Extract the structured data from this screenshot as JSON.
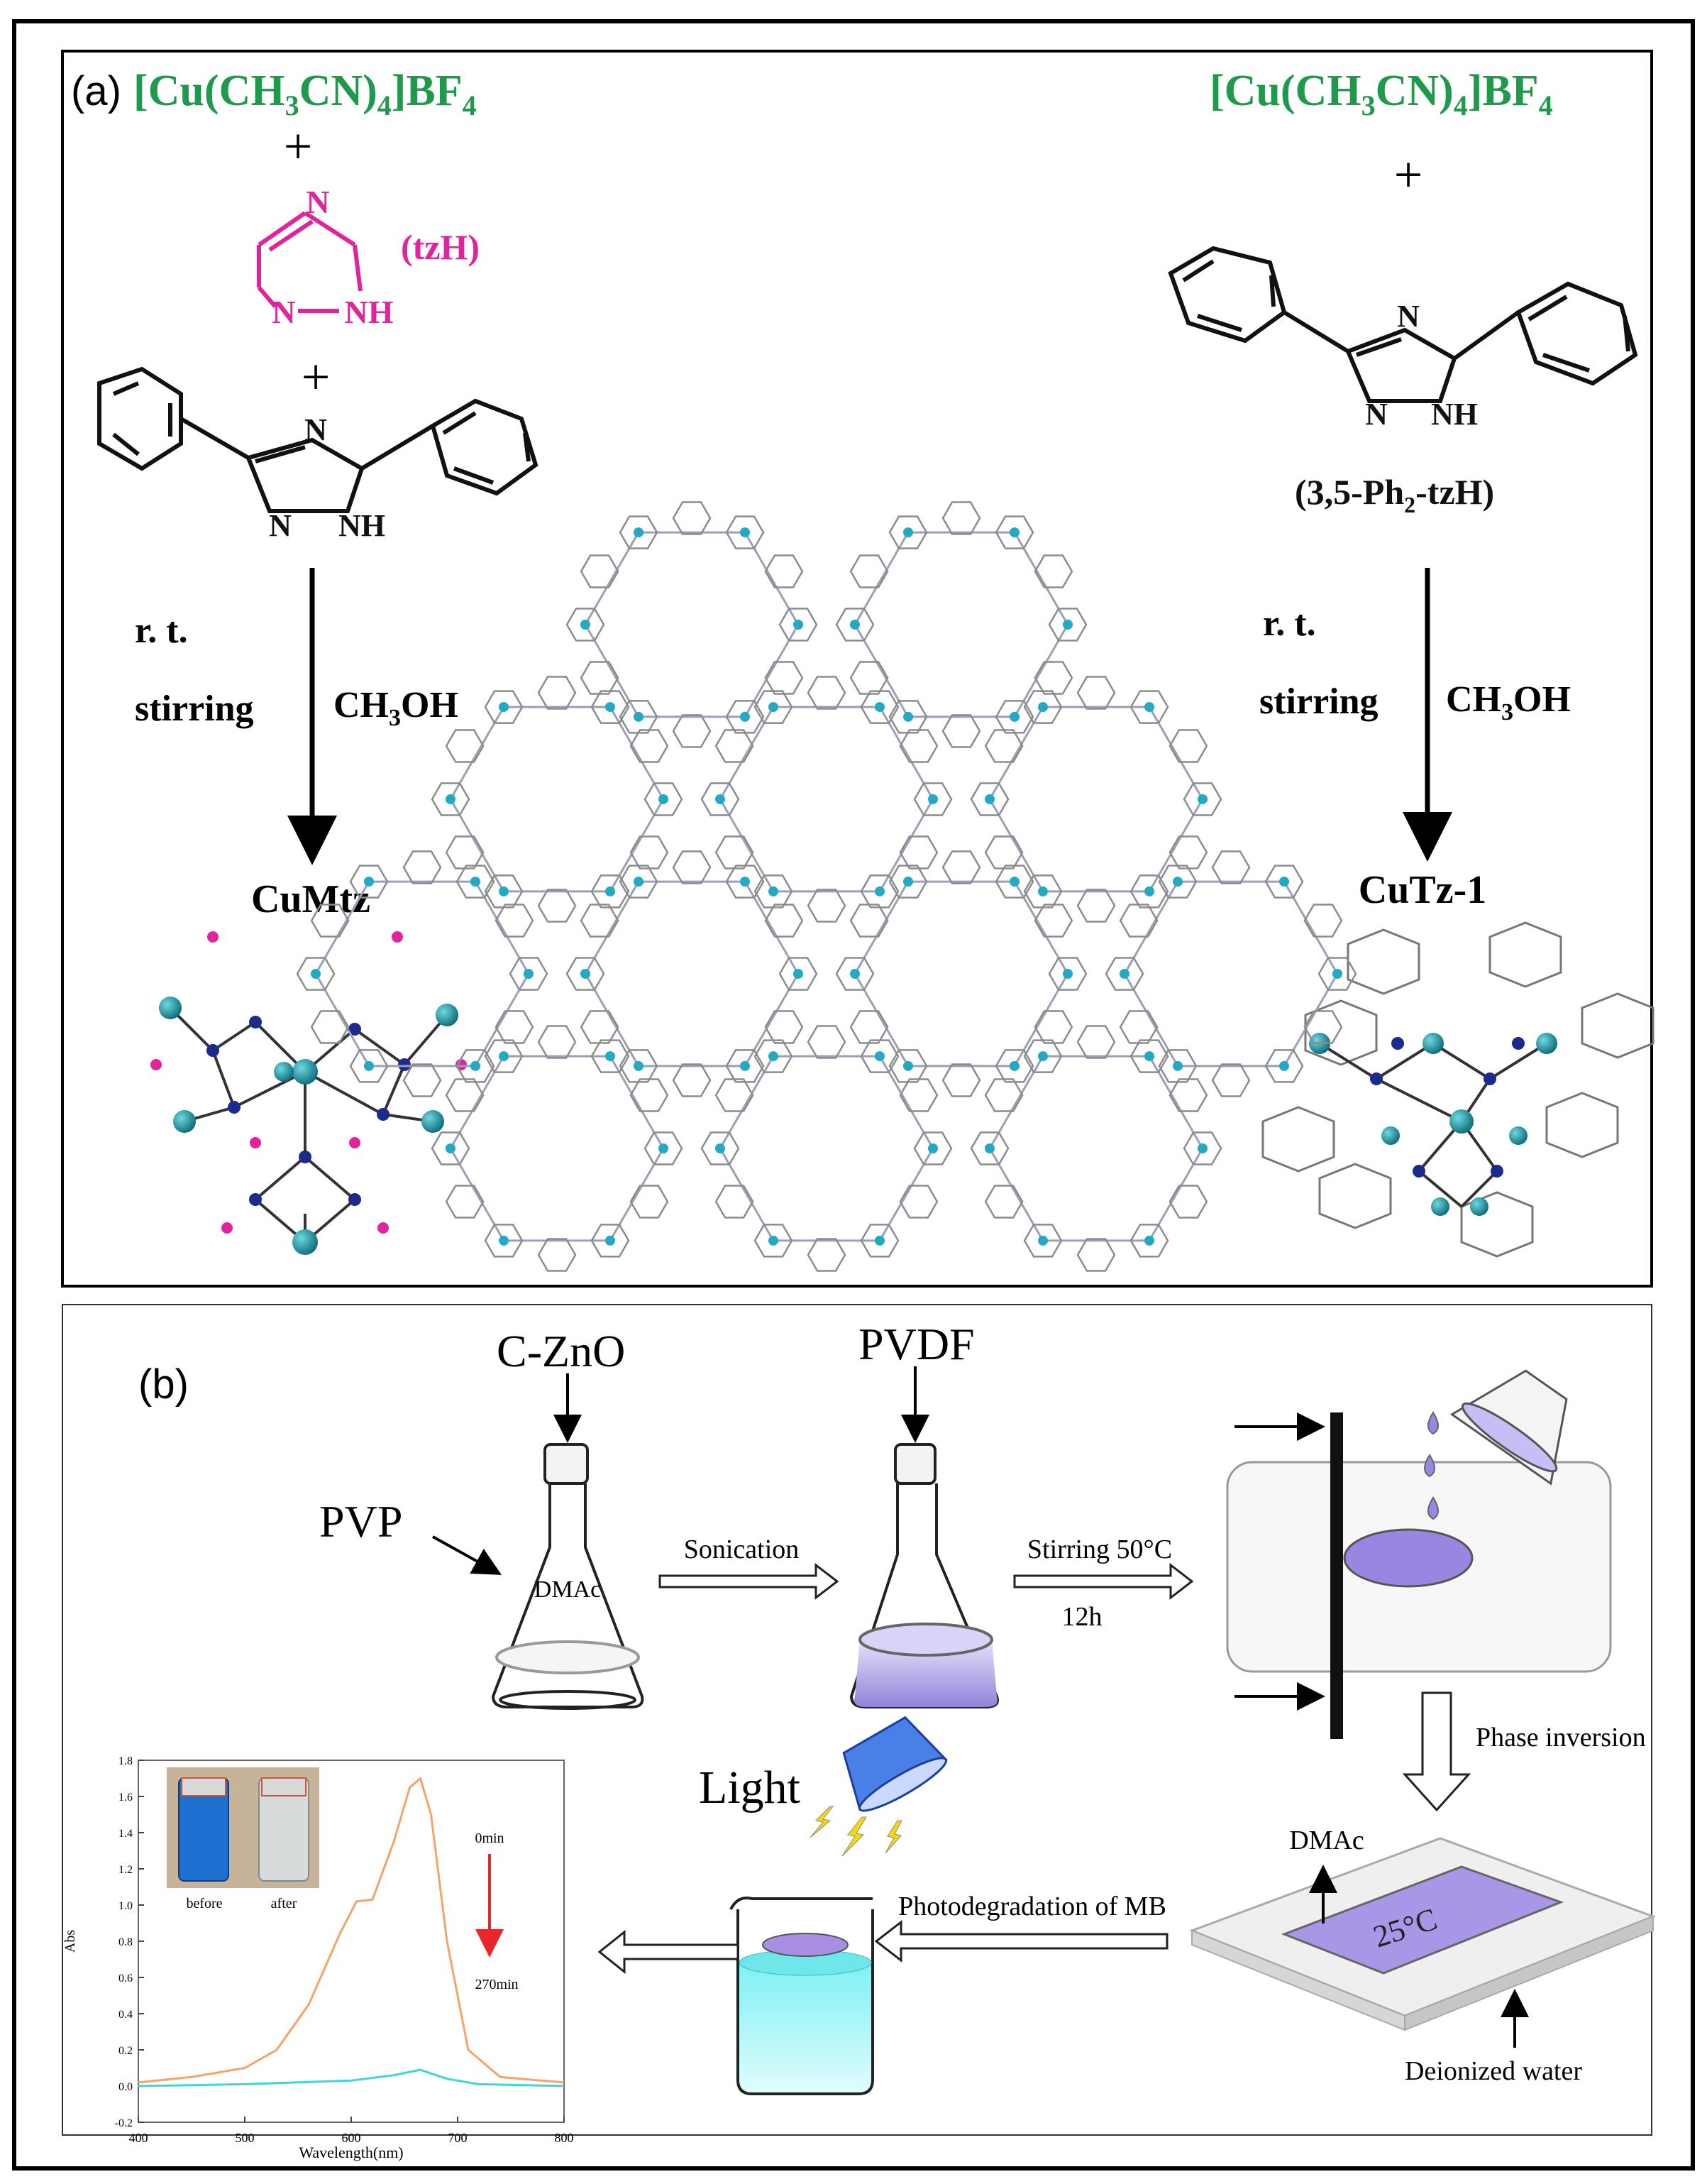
{
  "panel_a": {
    "label": "(a)",
    "left_reagent": {
      "pre": "[Cu(CH",
      "sub1": "3",
      "mid": "CN)",
      "sub2": "4",
      "post": "]BF",
      "sub3": "4"
    },
    "right_reagent": {
      "pre": "[Cu(CH",
      "sub1": "3",
      "mid": "CN)",
      "sub2": "4",
      "post": "]BF",
      "sub3": "4"
    },
    "plus": "+",
    "tzh_label": "(tzH)",
    "atom_N": "N",
    "atom_NH": "NH",
    "ph2tzh_label": {
      "pre": "(3,5-Ph",
      "sub": "2",
      "post": "-tzH)"
    },
    "cond_rt": "r. t.",
    "cond_stirring": "stirring",
    "solvent": {
      "pre": "CH",
      "sub": "3",
      "post": "OH"
    },
    "product_left": "CuMtz",
    "product_right": "CuTz-1"
  },
  "panel_b": {
    "label": "(b)",
    "czno": "C-ZnO",
    "pvdf": "PVDF",
    "pvp": "PVP",
    "dmac_flask": "DMAc",
    "sonication": "Sonication",
    "stirring": "Stirring 50°C",
    "time": "12h",
    "phase_inversion": "Phase inversion",
    "dmac_out": "DMAc",
    "temp": "25°C",
    "deionized": "Deionized water",
    "light": "Light",
    "photodeg": "Photodegradation of MB",
    "inset_before": "before",
    "inset_after": "after",
    "time_start": "0min",
    "time_end": "270min"
  },
  "colors": {
    "green": "#1f9a4c",
    "magenta": "#e0249b",
    "arrow_red": "#e8262b",
    "orange": "#f4a46a",
    "cyan": "#3fd6d9",
    "purple": "#a98fe3"
  },
  "chart_data": {
    "type": "line",
    "xlabel": "Wavelength(nm)",
    "ylabel": "Abs",
    "xlim": [
      400,
      800
    ],
    "ylim": [
      -0.2,
      1.8
    ],
    "x_ticks": [
      400,
      500,
      600,
      700,
      800
    ],
    "y_ticks": [
      -0.2,
      0.0,
      0.2,
      0.4,
      0.6,
      0.8,
      1.0,
      1.2,
      1.4,
      1.6,
      1.8
    ],
    "series": [
      {
        "color": "#f4a46a",
        "x": [
          400,
          450,
          500,
          530,
          560,
          590,
          605,
          620,
          640,
          655,
          665,
          675,
          690,
          710,
          740,
          800
        ],
        "y": [
          0.02,
          0.05,
          0.1,
          0.2,
          0.45,
          0.85,
          1.02,
          1.03,
          1.35,
          1.65,
          1.7,
          1.5,
          0.8,
          0.2,
          0.05,
          0.02
        ]
      },
      {
        "color": "#3fd6d9",
        "x": [
          400,
          500,
          600,
          640,
          665,
          690,
          720,
          800
        ],
        "y": [
          0.0,
          0.01,
          0.03,
          0.06,
          0.09,
          0.04,
          0.01,
          0.0
        ]
      }
    ]
  }
}
